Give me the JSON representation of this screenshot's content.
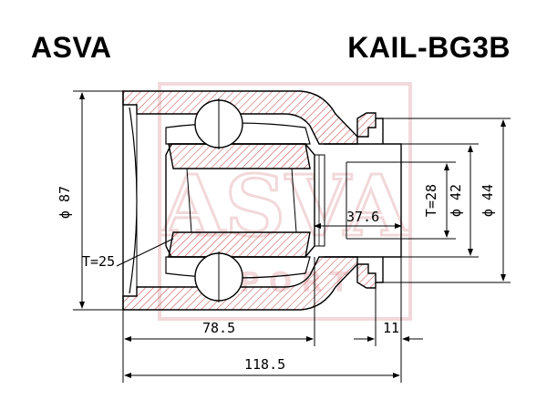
{
  "header": {
    "brand": "ASVA",
    "part_number": "KAIL-BG3B"
  },
  "watermark": {
    "text": "ASVA",
    "sub_text": "SPORT",
    "color": "#e8b9bd"
  },
  "dimensions": {
    "outer_diameter": "ϕ 87",
    "spline_teeth_outer": "T=25",
    "spline_teeth_inner": "T=28",
    "shaft_diameter": "ϕ 42",
    "flange_diameter": "ϕ 44",
    "inner_length": "37.6",
    "housing_length": "78.5",
    "stub_length": "11",
    "total_length": "118.5"
  },
  "colors": {
    "hatch": "#c04040",
    "lines": "#000000"
  }
}
